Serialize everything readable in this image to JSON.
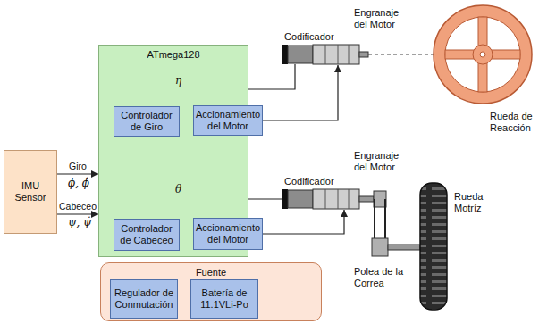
{
  "diagram": {
    "nodes": [
      {
        "text": [
          "IMU Sensor"
        ]
      },
      {
        "text": [
          "ATmega128"
        ]
      },
      {
        "text": [
          "Controlador de Giro"
        ],
        "in": 1
      },
      {
        "text": [
          "Accionamiento del Motor"
        ]
      },
      {
        "text": [
          "Controlador de Cabeceo"
        ],
        "in": 1
      },
      {
        "text": [
          "Accionamiento del Motor"
        ]
      },
      {
        "text": [
          "Fuente"
        ]
      },
      {
        "text": [
          "Regulador de Conmutación"
        ],
        "in": 6
      },
      {
        "text": [
          "Batería de 11.1VLi-Po"
        ],
        "in": 6
      }
    ],
    "edges": [
      {
        "from": 0,
        "to": 1,
        "label": "Giro",
        "arrow": "to"
      },
      {
        "from": 0,
        "to": 1,
        "label": "Cabeceo",
        "arrow": "to"
      },
      {
        "from": 2,
        "to": 3,
        "arrow": "to"
      },
      {
        "from": 4,
        "to": 5,
        "arrow": "to"
      }
    ],
    "labels": [
      "ϕ, ϕ̇",
      "ψ, ψ̇",
      "η",
      "Codificador",
      "Engranaje del Motor",
      "Rueda de Reacción",
      "θ",
      "Codificador",
      "Engranaje del Motor",
      "Rueda Motríz",
      "Polea de la Correa"
    ]
  }
}
